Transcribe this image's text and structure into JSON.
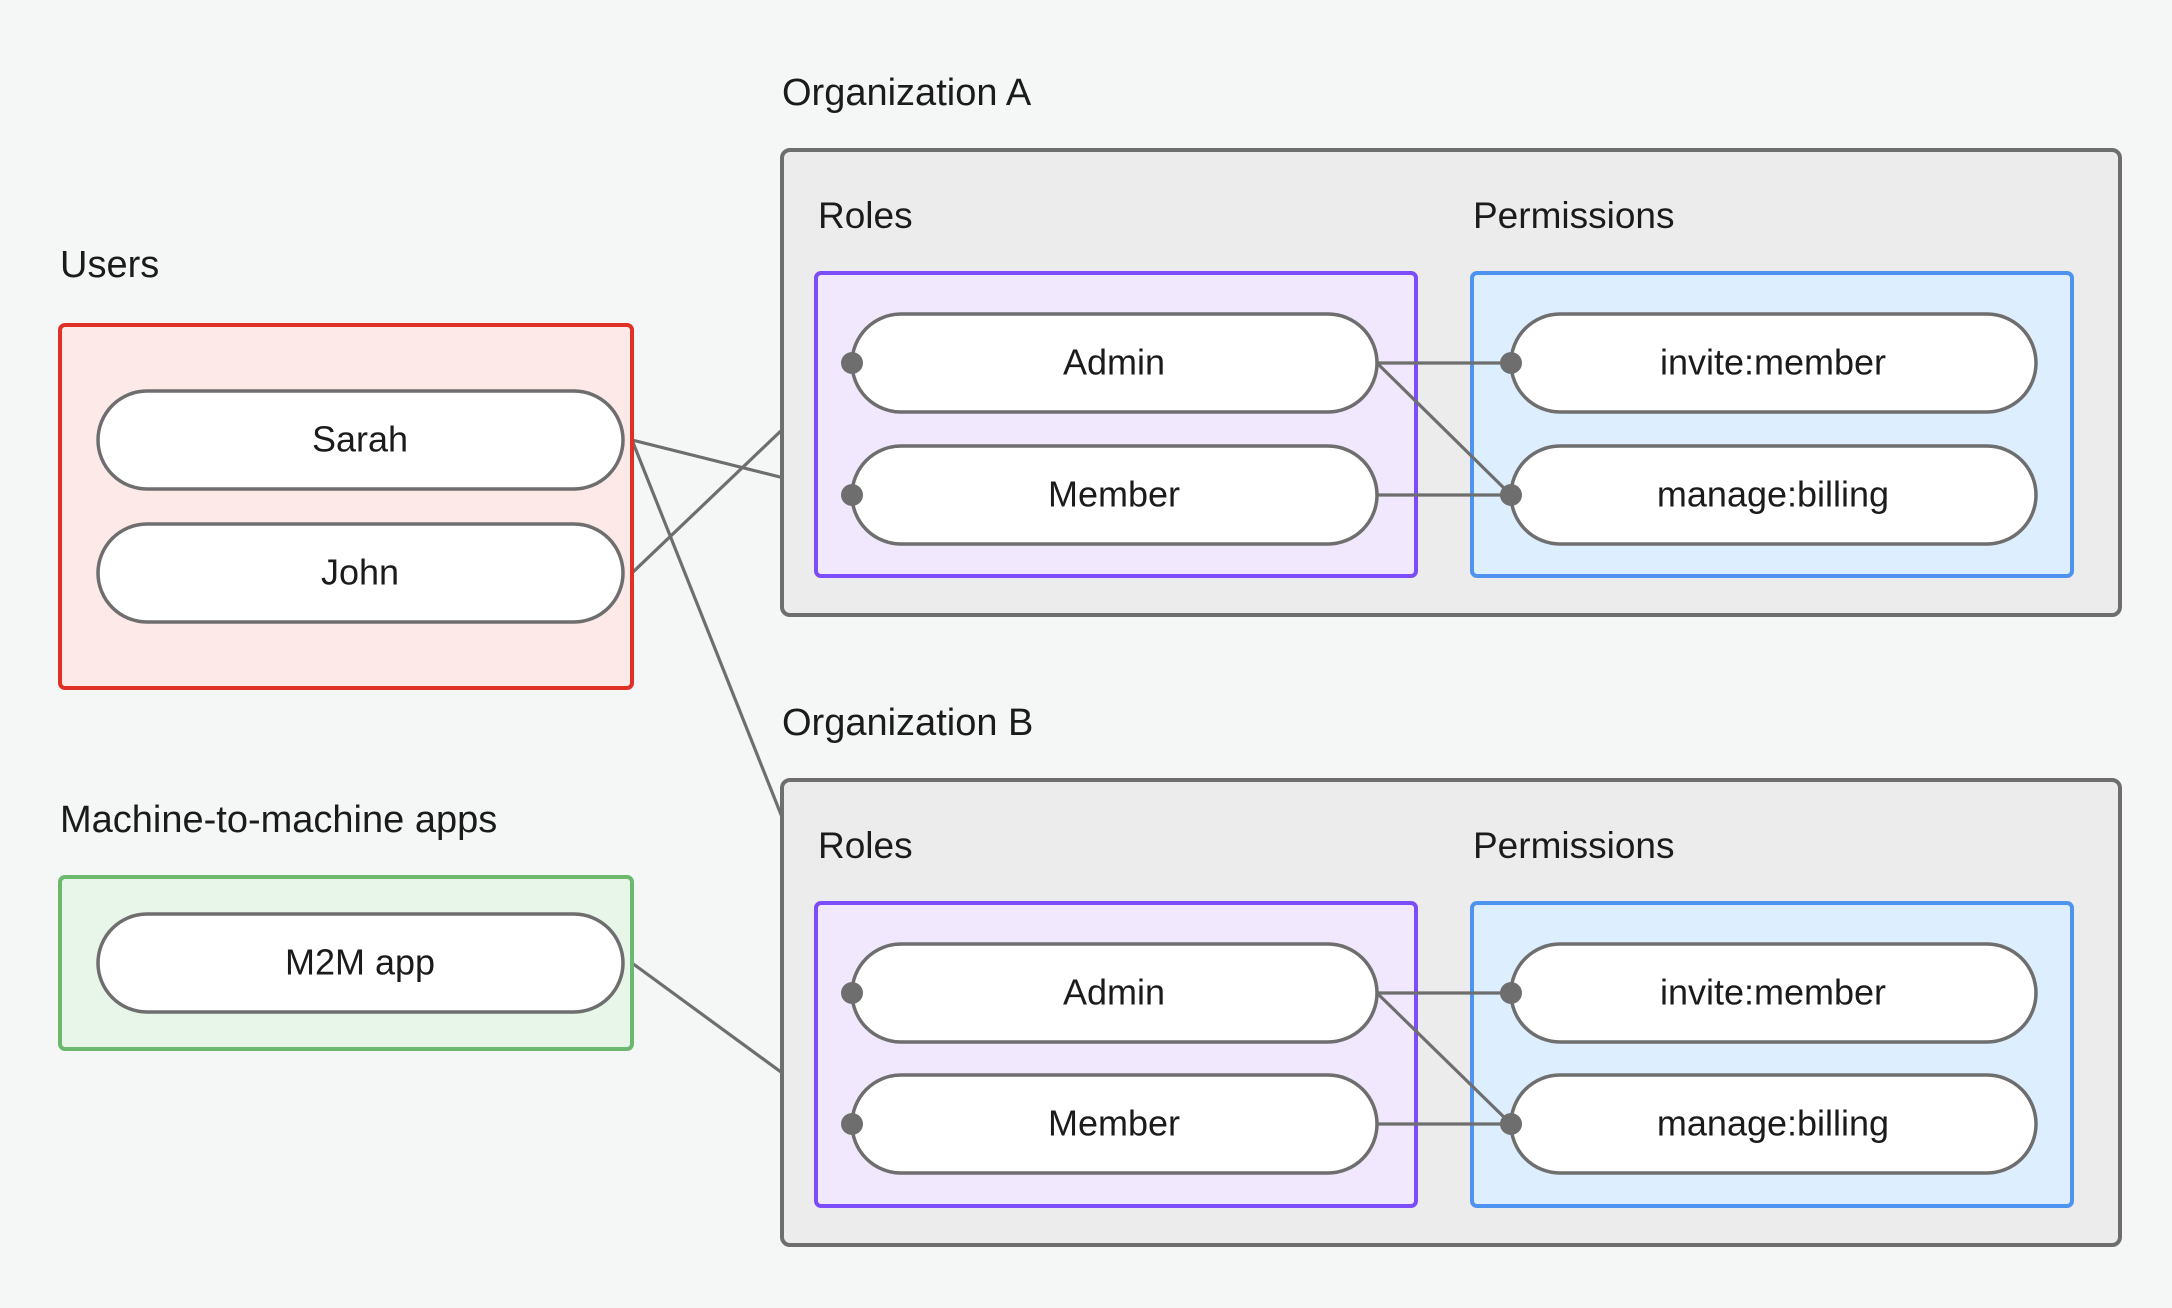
{
  "page": {
    "background": "#f4f7f6",
    "title_style_note": "RBAC organization diagram"
  },
  "palette": {
    "users_border": "#e03127",
    "users_fill": "#fde9e7",
    "m2m_border": "#6cb86f",
    "m2m_fill": "#e8f5e9",
    "org_border": "#6e6e6e",
    "org_fill": "#ececec",
    "roles_border": "#7c4dfb",
    "roles_fill": "#f1e8fd",
    "permissions_border": "#4f93f0",
    "permissions_fill": "#ddeeff",
    "node_border": "#6e6e6e",
    "node_fill": "#ffffff",
    "edge": "#6e6e6e",
    "text": "#1b1b1b"
  },
  "groups": {
    "users": {
      "label": "Users",
      "nodes": [
        {
          "id": "sarah",
          "label": "Sarah"
        },
        {
          "id": "john",
          "label": "John"
        }
      ]
    },
    "m2m": {
      "label": "Machine-to-machine apps",
      "nodes": [
        {
          "id": "m2m-app",
          "label": "M2M app"
        }
      ]
    }
  },
  "organizations": [
    {
      "id": "org-a",
      "label": "Organization A",
      "sections": [
        {
          "id": "org-a-roles",
          "label": "Roles",
          "nodes": [
            {
              "id": "org-a-admin",
              "label": "Admin"
            },
            {
              "id": "org-a-member",
              "label": "Member"
            }
          ]
        },
        {
          "id": "org-a-permissions",
          "label": "Permissions",
          "nodes": [
            {
              "id": "org-a-invite",
              "label": "invite:member"
            },
            {
              "id": "org-a-billing",
              "label": "manage:billing"
            }
          ]
        }
      ]
    },
    {
      "id": "org-b",
      "label": "Organization B",
      "sections": [
        {
          "id": "org-b-roles",
          "label": "Roles",
          "nodes": [
            {
              "id": "org-b-admin",
              "label": "Admin"
            },
            {
              "id": "org-b-member",
              "label": "Member"
            }
          ]
        },
        {
          "id": "org-b-permissions",
          "label": "Permissions",
          "nodes": [
            {
              "id": "org-b-invite",
              "label": "invite:member"
            },
            {
              "id": "org-b-billing",
              "label": "manage:billing"
            }
          ]
        }
      ]
    }
  ],
  "edges": [
    {
      "id": "edge-sarah-orga-member",
      "from": "sarah",
      "to": "org-a-member"
    },
    {
      "id": "edge-sarah-orgb-admin",
      "from": "sarah",
      "to": "org-b-admin"
    },
    {
      "id": "edge-john-orga-admin",
      "from": "john",
      "to": "org-a-admin"
    },
    {
      "id": "edge-m2m-orgb-member",
      "from": "m2m-app",
      "to": "org-b-member"
    },
    {
      "id": "edge-orga-admin-invite",
      "from": "org-a-admin",
      "to": "org-a-invite"
    },
    {
      "id": "edge-orga-admin-billing",
      "from": "org-a-admin",
      "to": "org-a-billing"
    },
    {
      "id": "edge-orga-member-billing",
      "from": "org-a-member",
      "to": "org-a-billing"
    },
    {
      "id": "edge-orgb-admin-invite",
      "from": "org-b-admin",
      "to": "org-b-invite"
    },
    {
      "id": "edge-orgb-admin-billing",
      "from": "org-b-admin",
      "to": "org-b-billing"
    },
    {
      "id": "edge-orgb-member-billing",
      "from": "org-b-member",
      "to": "org-b-billing"
    }
  ]
}
